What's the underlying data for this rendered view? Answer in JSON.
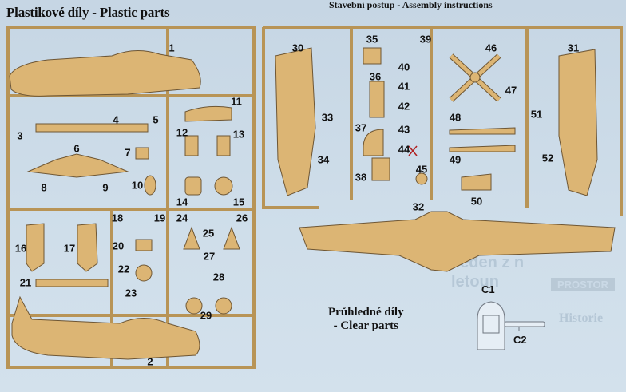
{
  "header_partial": "Stavební postup - Assembly instructions",
  "title": "Plastikové díly - Plastic parts",
  "clear_parts": {
    "line1": "Průhledné díly",
    "line2": "- Clear parts",
    "parts": [
      "C1",
      "C2"
    ]
  },
  "background_text": {
    "w1": "Jeden z n",
    "w2": "letoun",
    "w3": "Historie",
    "w4": "PROSTOR"
  },
  "colors": {
    "sprue": "#dcb574",
    "outline": "#6e5634",
    "background": "#cad9e6",
    "clear": "#e6eef5"
  },
  "parts": [
    "1",
    "2",
    "3",
    "4",
    "5",
    "6",
    "7",
    "8",
    "9",
    "10",
    "11",
    "12",
    "13",
    "14",
    "15",
    "16",
    "17",
    "18",
    "19",
    "20",
    "21",
    "22",
    "23",
    "24",
    "25",
    "26",
    "27",
    "28",
    "29",
    "30",
    "31",
    "32",
    "33",
    "34",
    "35",
    "36",
    "37",
    "38",
    "39",
    "40",
    "41",
    "42",
    "43",
    "44",
    "45",
    "46",
    "47",
    "48",
    "49",
    "50",
    "51",
    "52"
  ]
}
